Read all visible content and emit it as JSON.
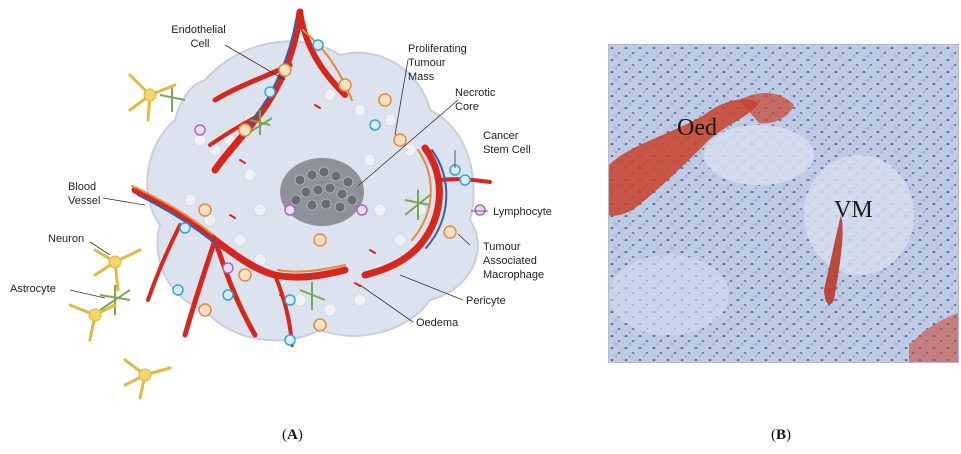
{
  "panel_a": {
    "labels": {
      "endothelial": [
        "Endothelial",
        "Cell"
      ],
      "proliferating": [
        "Proliferating",
        "Tumour",
        "Mass"
      ],
      "necrotic": [
        "Necrotic",
        "Core"
      ],
      "cancer_stem": [
        "Cancer",
        "Stem Cell"
      ],
      "lymphocyte": "Lymphocyte",
      "tam": [
        "Tumour",
        "Associated",
        "Macrophage"
      ],
      "pericyte": "Pericyte",
      "oedema": "Oedema",
      "blood_vessel": [
        "Blood",
        "Vessel"
      ],
      "neuron": "Neuron",
      "astrocyte": "Astrocyte"
    },
    "caption": "A"
  },
  "panel_b": {
    "labels": {
      "oed": "Oed",
      "vm": "VM"
    },
    "caption": "B"
  },
  "colors": {
    "tumour_bg": "#dde3ee",
    "vessel_red": "#d7261e",
    "endothelial_orange": "#e58a3a",
    "pericyte_blue": "#3b5ea8",
    "neuron_yellow": "#f2d56b",
    "astrocyte_green": "#7aa65a",
    "stain_blue": "#a9b7d6",
    "stain_red": "#c8422c"
  }
}
